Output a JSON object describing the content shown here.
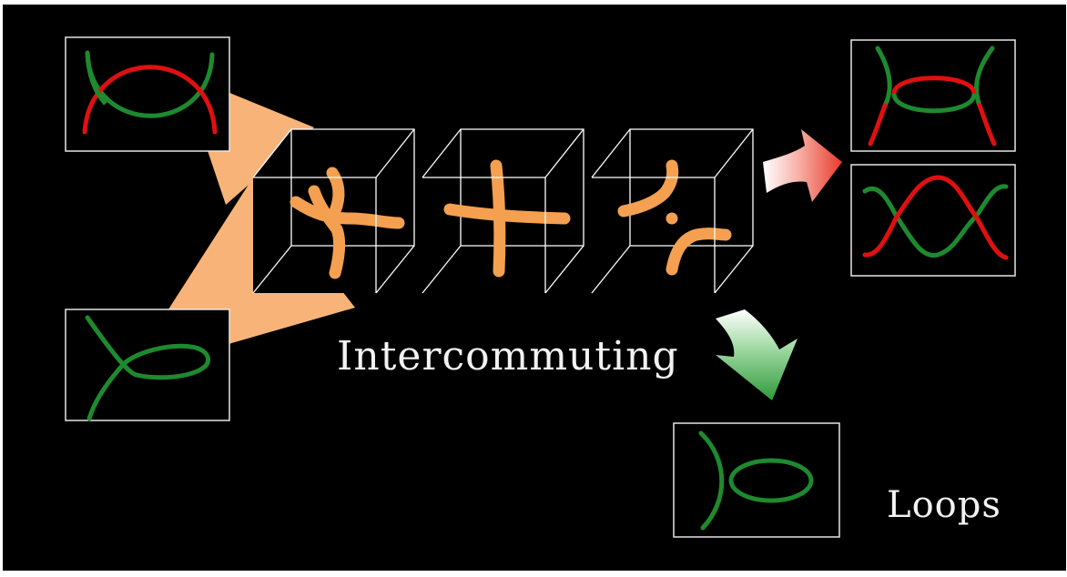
{
  "labels": {
    "intercommuting": "Intercommuting",
    "loops": "Loops"
  },
  "colors": {
    "background": "#000000",
    "frame": "#ffffff",
    "string_red": "#e01010",
    "string_green": "#1e8a2e",
    "string_orange": "#f4a050",
    "cone": "#f8b478",
    "arrow_red": "#e83a2a",
    "arrow_green": "#2e9a3a"
  },
  "icons": [
    "curve-crossing-panel",
    "kinked-loop-panel",
    "string-box",
    "red-arrow",
    "green-arrow",
    "loop-panel"
  ]
}
